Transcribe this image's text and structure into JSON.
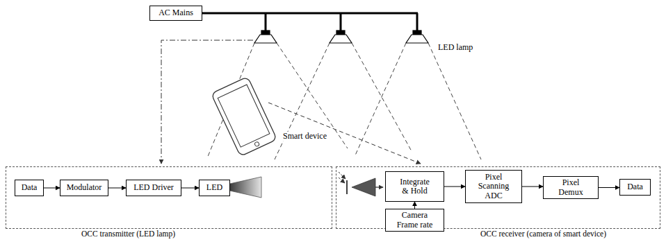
{
  "diagram": {
    "nodes": [
      {
        "text": [
          "AC Mains"
        ]
      },
      {
        "text": [
          "OCC transmitter (LED lamp)"
        ]
      },
      {
        "text": [
          "Data"
        ],
        "in": 1
      },
      {
        "text": [
          "Modulator"
        ],
        "in": 1
      },
      {
        "text": [
          "LED Driver"
        ],
        "in": 1
      },
      {
        "text": [
          "LED"
        ],
        "in": 1
      },
      {
        "text": [
          "OCC receiver (camera of smart device)"
        ]
      },
      {
        "text": [
          "Integrate & Hold"
        ],
        "in": 6
      },
      {
        "text": [
          "Camera Frame rate"
        ],
        "in": 6
      },
      {
        "text": [
          "Pixel Scanning ADC"
        ],
        "in": 6
      },
      {
        "text": [
          "Pixel Demux"
        ],
        "in": 6
      },
      {
        "text": [
          "Data"
        ],
        "in": 6
      }
    ],
    "edges": [
      {
        "from": 2,
        "to": 3,
        "arrow": "to"
      },
      {
        "from": 3,
        "to": 4,
        "arrow": "to"
      },
      {
        "from": 4,
        "to": 5,
        "arrow": "to"
      },
      {
        "from": 8,
        "to": 7,
        "arrow": "to"
      },
      {
        "from": 7,
        "to": 9,
        "arrow": "to"
      },
      {
        "from": 9,
        "to": 10,
        "arrow": "to"
      },
      {
        "from": 10,
        "to": 11,
        "arrow": "to"
      }
    ],
    "labels": [
      "LED lamp",
      "Smart device"
    ]
  }
}
